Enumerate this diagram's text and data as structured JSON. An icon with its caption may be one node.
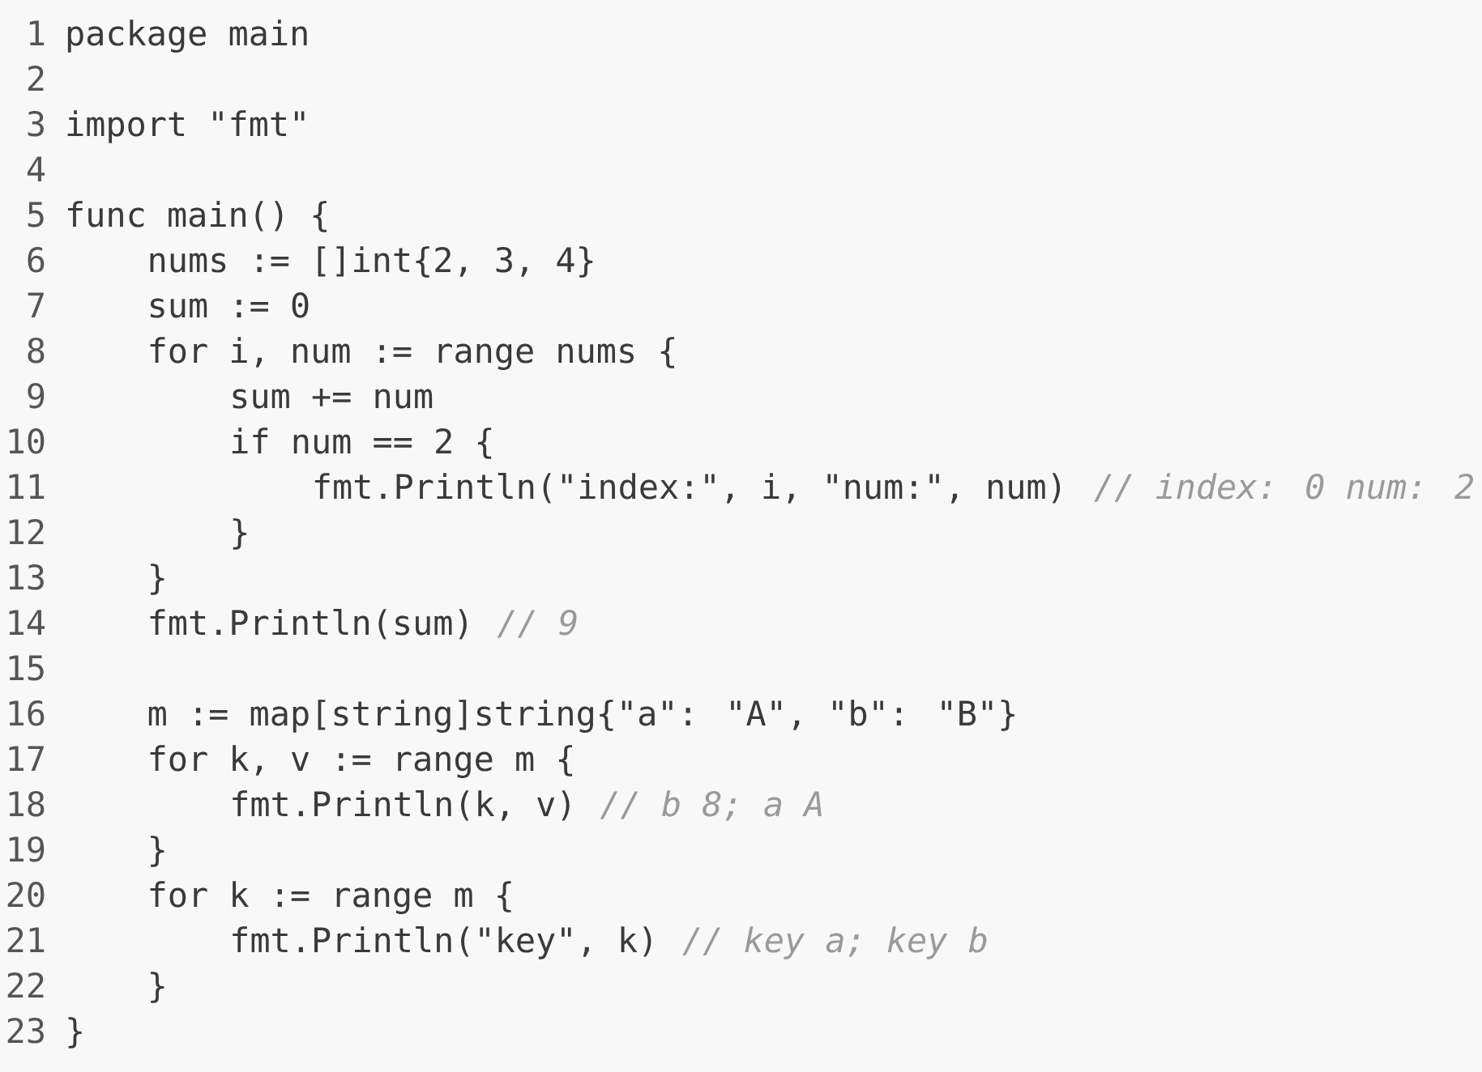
{
  "diagram": {
    "labels": [
      "1",
      "package main",
      "2",
      "3",
      "import \"fmt\"",
      "4",
      "5",
      "func main() {",
      "6",
      "nums := []int{2, 3, 4}",
      "7",
      "sum := 0",
      "8",
      "for i, num := range nums {",
      "9",
      "sum += num",
      "10",
      "if num == 2 {",
      "11",
      "fmt.Println(\"index:\", i, \"num:\", num)",
      "// index: 0 num: 2",
      "12",
      "}",
      "13",
      "}",
      "14",
      "fmt.Println(sum)",
      "// 9",
      "15",
      "16",
      "m := map[string]string{\"a\": \"A\", \"b\": \"B\"}",
      "17",
      "for k, v := range m {",
      "18",
      "fmt.Println(k, v)",
      "// b 8; a A",
      "19",
      "}",
      "20",
      "for k := range m {",
      "21",
      "fmt.Println(\"key\", k)",
      "// key a; key b",
      "22",
      "}",
      "23",
      "}"
    ]
  }
}
